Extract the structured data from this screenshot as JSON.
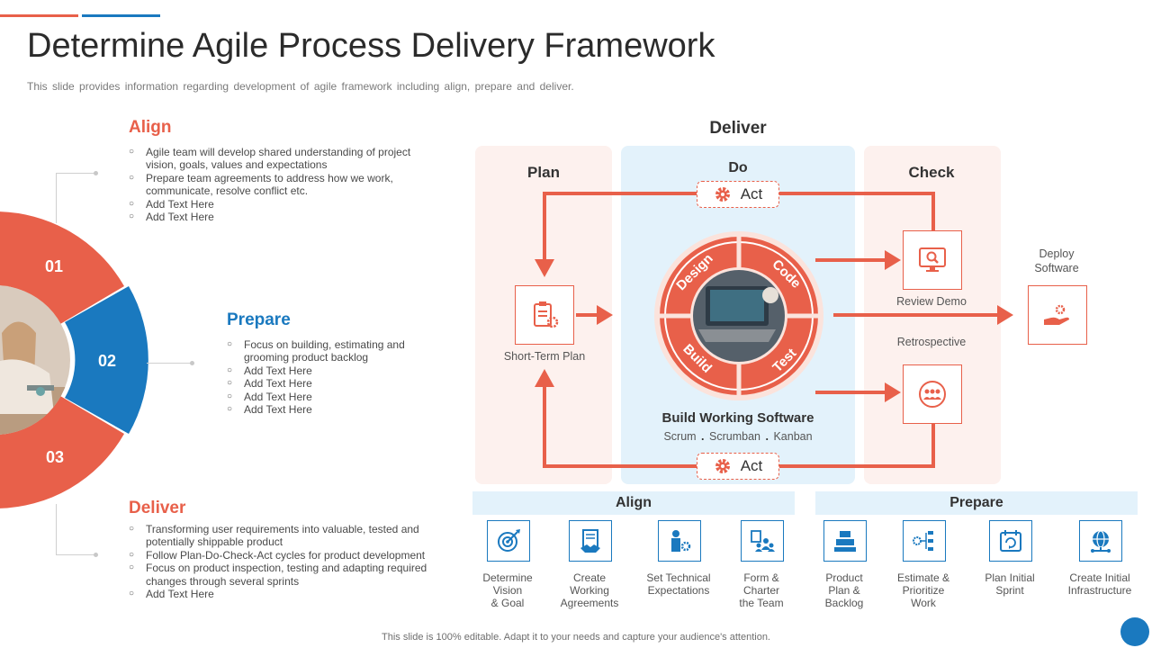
{
  "slide": {
    "title": "Determine Agile Process Delivery Framework",
    "subtitle": "This slide provides information regarding development of agile framework including align, prepare and deliver.",
    "footer": "This slide is 100% editable. Adapt it to your needs and capture your audience's attention."
  },
  "wheel": {
    "seg1": "01",
    "seg2": "02",
    "seg3": "03"
  },
  "align": {
    "heading": "Align",
    "bullets": [
      "Agile team will develop shared understanding of project vision, goals, values and expectations",
      "Prepare team agreements to address how we work, communicate, resolve conflict etc.",
      "Add Text Here",
      "Add Text Here"
    ]
  },
  "prepare": {
    "heading": "Prepare",
    "bullets": [
      "Focus on building, estimating and grooming product backlog",
      "Add Text Here",
      "Add Text Here",
      "Add Text Here",
      "Add Text Here"
    ]
  },
  "deliver": {
    "heading": "Deliver",
    "bullets": [
      "Transforming user requirements into valuable, tested and potentially shippable product",
      "Follow Plan-Do-Check-Act cycles for product development",
      "Focus on product inspection, testing and adapting required changes through several sprints",
      "Add Text Here"
    ]
  },
  "diagram": {
    "deliver_title": "Deliver",
    "plan": "Plan",
    "do": "Do",
    "check": "Check",
    "act_top": "Act",
    "act_bottom": "Act",
    "short_term_plan": "Short-Term  Plan",
    "review_demo": "Review  Demo",
    "retrospective": "Retrospective",
    "deploy_software": "Deploy\nSoftware",
    "cycle": {
      "design": "Design",
      "code": "Code",
      "build": "Build",
      "test": "Test"
    },
    "build_working": "Build Working Software",
    "methods": [
      "Scrum",
      "Scrumban",
      "Kanban"
    ]
  },
  "bands": {
    "align": "Align",
    "prepare": "Prepare"
  },
  "steps": [
    {
      "label": "Determine\nVision\n& Goal",
      "icon": "target-icon"
    },
    {
      "label": "Create\nWorking\nAgreements",
      "icon": "document-icon"
    },
    {
      "label": "Set Technical\nExpectations",
      "icon": "person-gear-icon"
    },
    {
      "label": "Form &\nCharter\nthe Team",
      "icon": "team-icon"
    },
    {
      "label": "Product\nPlan &\nBacklog",
      "icon": "boxes-icon"
    },
    {
      "label": "Estimate &\nPrioritize\nWork",
      "icon": "hierarchy-icon"
    },
    {
      "label": "Plan Initial\nSprint",
      "icon": "calendar-icon"
    },
    {
      "label": "Create Initial\nInfrastructure",
      "icon": "globe-icon"
    }
  ],
  "colors": {
    "accent_red": "#e8604a",
    "accent_blue": "#1a79bf",
    "panel_pink": "#fdf1ee",
    "panel_blue": "#e3f2fb"
  }
}
